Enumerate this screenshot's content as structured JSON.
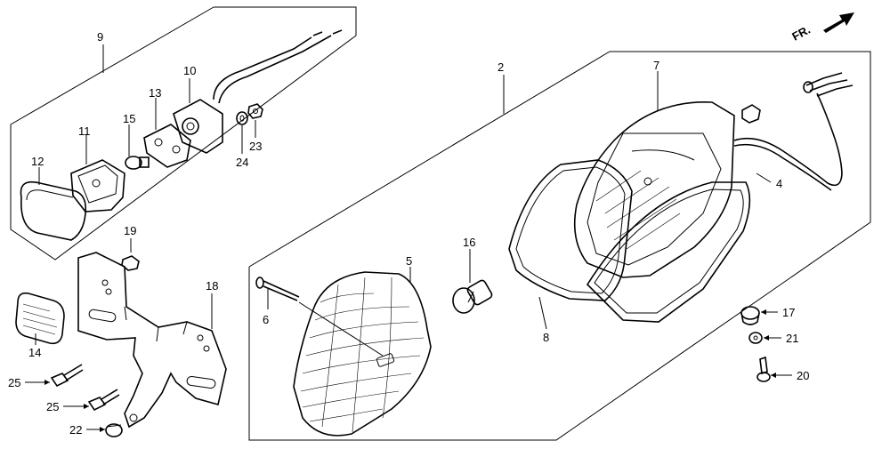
{
  "direction_label": "FR.",
  "callouts": {
    "c9": "9",
    "c10": "10",
    "c11": "11",
    "c12": "12",
    "c13": "13",
    "c15": "15",
    "c23": "23",
    "c24": "24",
    "c2": "2",
    "c7": "7",
    "c4": "4",
    "c16": "16",
    "c5": "5",
    "c6": "6",
    "c8": "8",
    "c17": "17",
    "c21": "21",
    "c20": "20",
    "c19": "19",
    "c18": "18",
    "c14": "14",
    "c25a": "25",
    "c25b": "25",
    "c22": "22"
  }
}
